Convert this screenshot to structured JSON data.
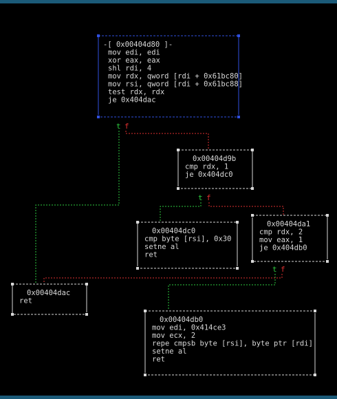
{
  "colors": {
    "background": "#000000",
    "text": "#d8d8d8",
    "frame": "#d8d8d8",
    "selected_frame": "#3050e0",
    "true_edge": "#2ecc40",
    "false_edge": "#e03030",
    "bar": "#1b5a78"
  },
  "edge_labels": {
    "true": "t",
    "false": "f"
  },
  "blocks": [
    {
      "id": "b4d80",
      "selected": true,
      "header": "-[ 0x00404d80 ]-",
      "lines": [
        "mov edi, edi",
        "xor eax, eax",
        "shl rdi, 4",
        "mov rdx, qword [rdi + 0x61bc80]",
        "mov rsi, qword [rdi + 0x61bc88]",
        "test rdx, rdx",
        "je 0x404dac"
      ]
    },
    {
      "id": "b4d9b",
      "selected": false,
      "header": "0x00404d9b",
      "lines": [
        "cmp rdx, 1",
        "je 0x404dc0"
      ]
    },
    {
      "id": "b4dc0",
      "selected": false,
      "header": "0x00404dc0",
      "lines": [
        "cmp byte [rsi], 0x30",
        "setne al",
        "ret"
      ]
    },
    {
      "id": "b4da1",
      "selected": false,
      "header": "0x00404da1",
      "lines": [
        "cmp rdx, 2",
        "mov eax, 1",
        "je 0x404db0"
      ]
    },
    {
      "id": "b4dac",
      "selected": false,
      "header": "0x00404dac",
      "lines": [
        "ret"
      ]
    },
    {
      "id": "b4db0",
      "selected": false,
      "header": "0x00404db0",
      "lines": [
        "mov edi, 0x414ce3",
        "mov ecx, 2",
        "repe cmpsb byte [rsi], byte ptr [rdi]",
        "setne al",
        "ret"
      ]
    }
  ],
  "edges": [
    {
      "from": "b4d80",
      "to": "b4dac",
      "kind": "true"
    },
    {
      "from": "b4d80",
      "to": "b4d9b",
      "kind": "false"
    },
    {
      "from": "b4d9b",
      "to": "b4dc0",
      "kind": "true"
    },
    {
      "from": "b4d9b",
      "to": "b4da1",
      "kind": "false"
    },
    {
      "from": "b4da1",
      "to": "b4db0",
      "kind": "true"
    },
    {
      "from": "b4da1",
      "to": "b4dac",
      "kind": "false"
    }
  ]
}
